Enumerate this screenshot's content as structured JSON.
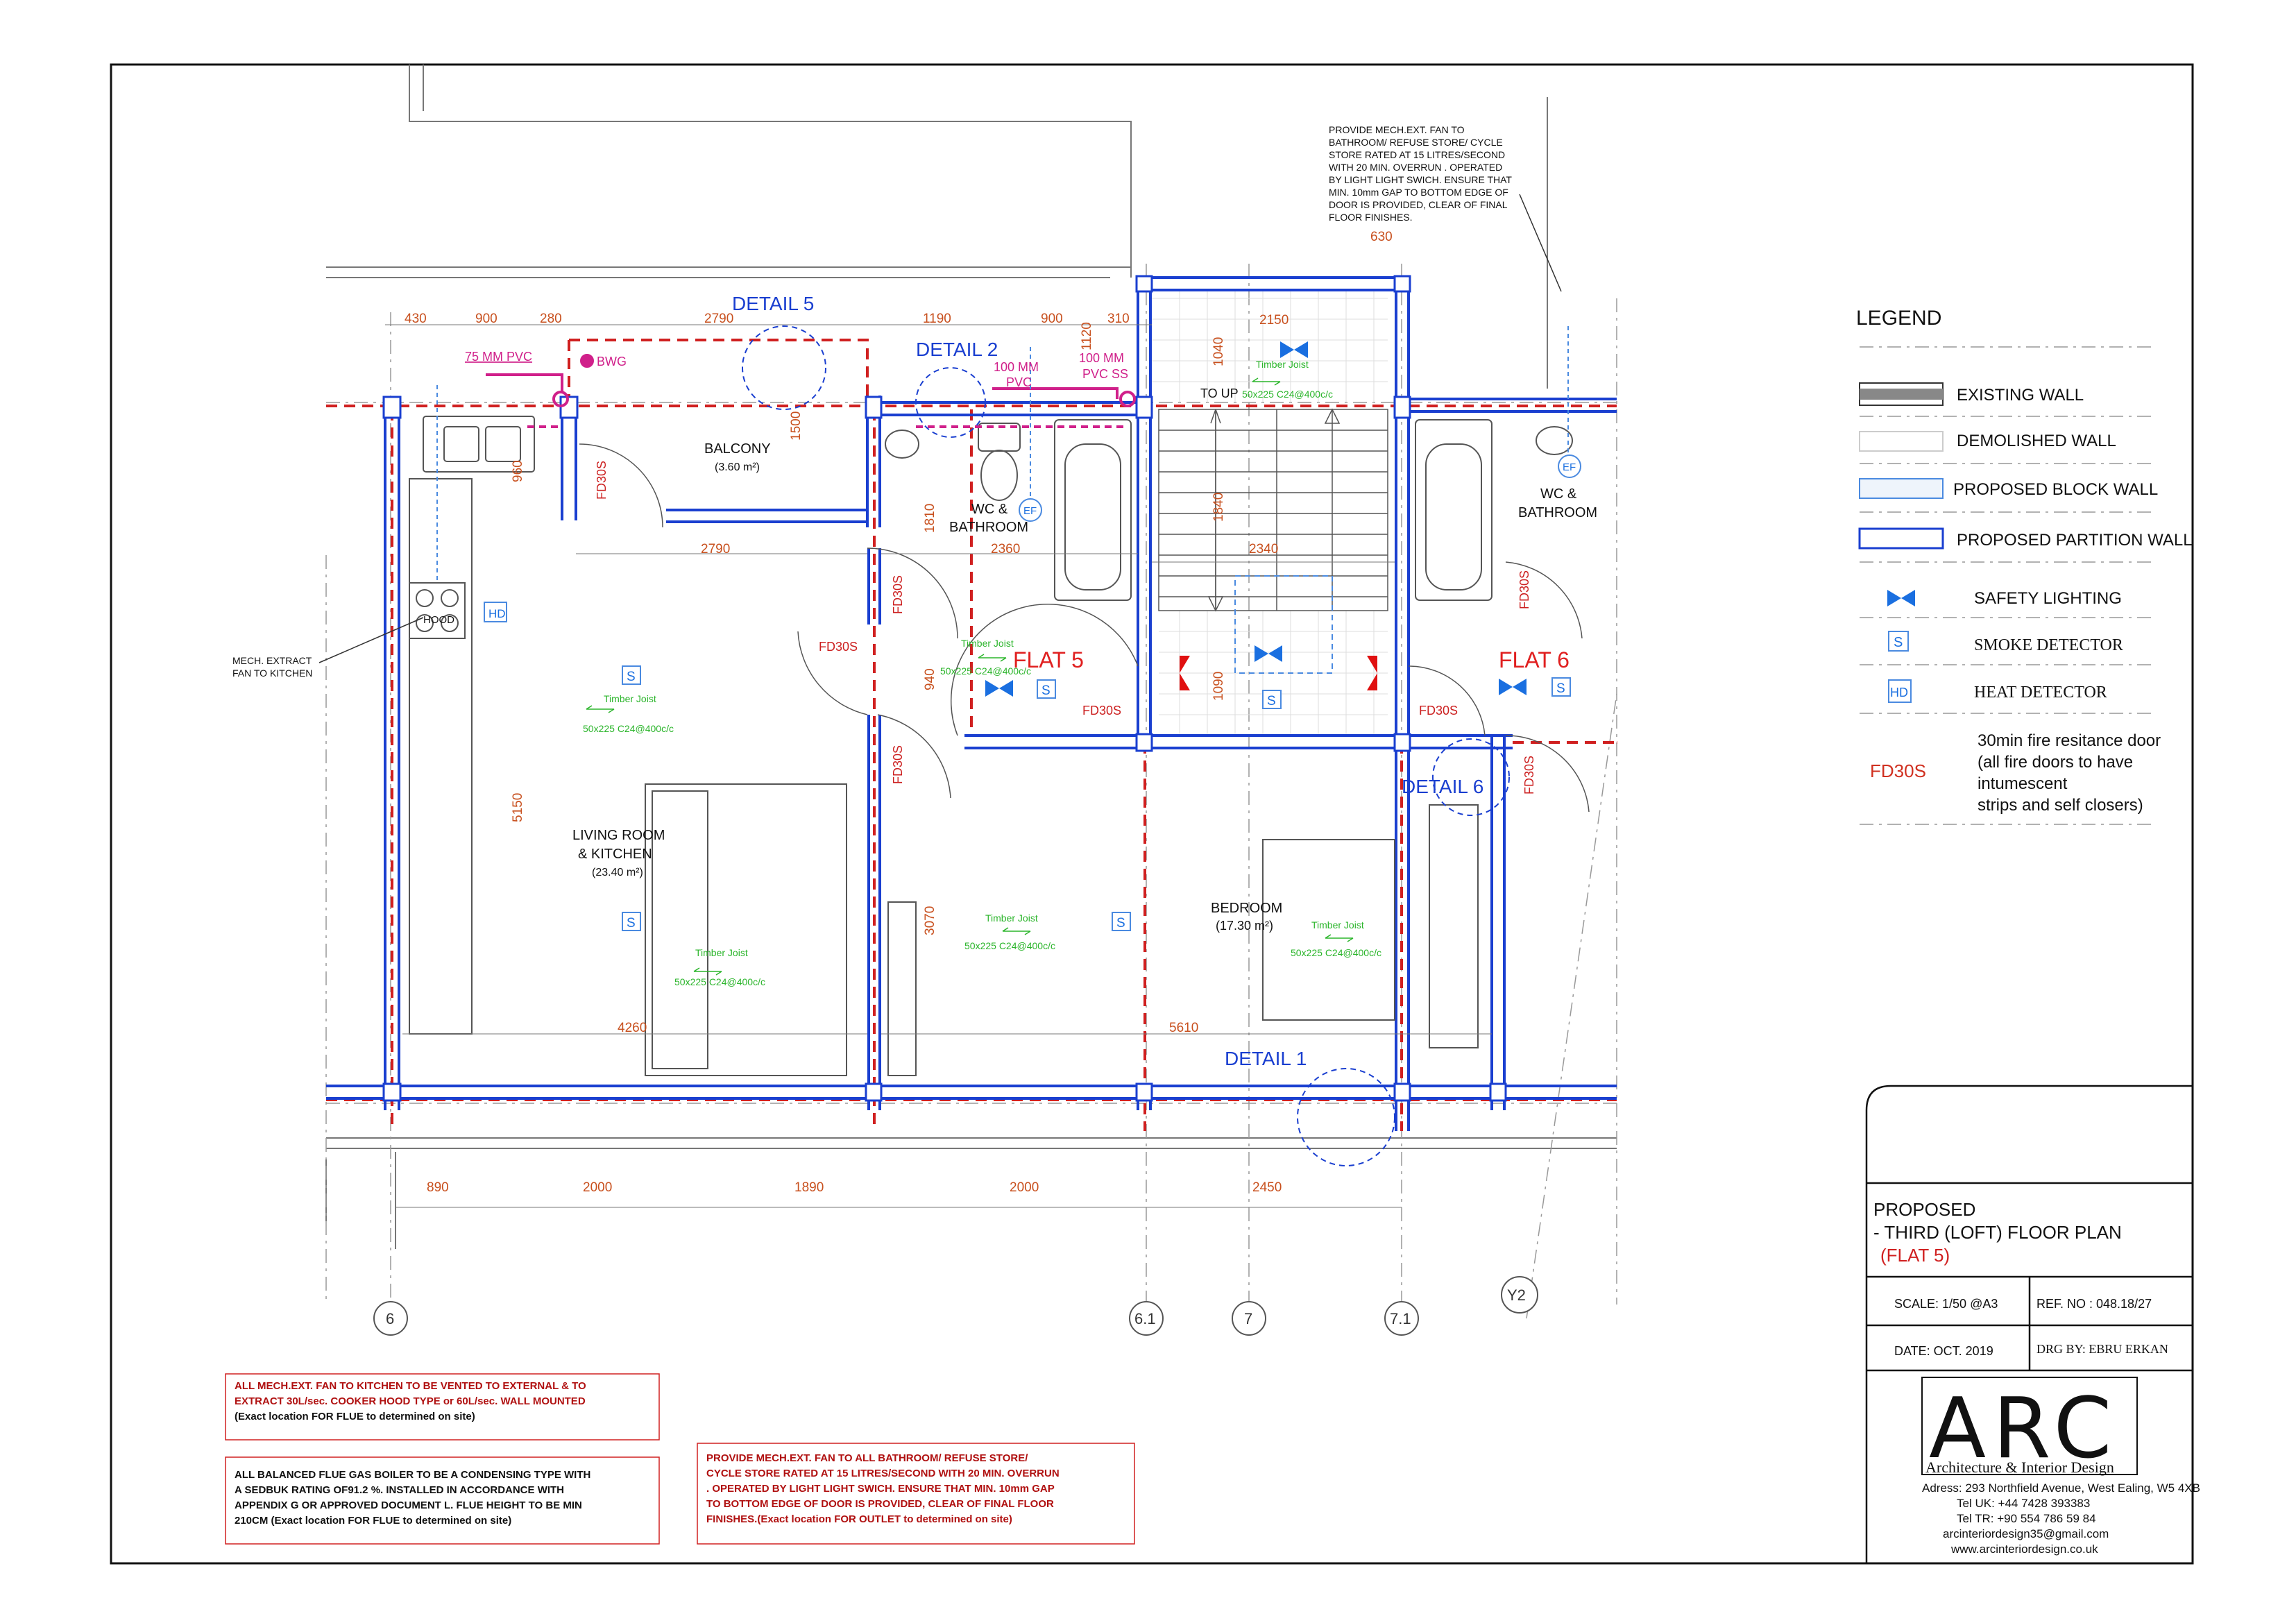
{
  "legend": {
    "title": "LEGEND",
    "items": [
      {
        "label": "EXISTING WALL"
      },
      {
        "label": "DEMOLISHED WALL"
      },
      {
        "label": "PROPOSED BLOCK WALL"
      },
      {
        "label": "PROPOSED PARTITION WALL"
      },
      {
        "label": "SAFETY LIGHTING"
      },
      {
        "label": "SMOKE DETECTOR",
        "symbol": "S"
      },
      {
        "label": "HEAT DETECTOR",
        "symbol": "HD"
      }
    ],
    "fire_door": {
      "code": "FD30S",
      "lines": [
        "30min fire resitance door",
        "(all fire doors to have",
        "intumescent",
        "strips and self closers)"
      ]
    }
  },
  "rooms": {
    "balcony": {
      "name": "BALCONY",
      "area": "(3.60 m²)"
    },
    "living": {
      "name1": "LIVING ROOM",
      "name2": "& KITCHEN",
      "area": "(23.40 m²)"
    },
    "wc5": {
      "name1": "WC &",
      "name2": "BATHROOM"
    },
    "wc6": {
      "name1": "WC &",
      "name2": "BATHROOM"
    },
    "bedroom": {
      "name": "BEDROOM",
      "area": "(17.30 m²)"
    },
    "stair": {
      "name": "TO UP"
    },
    "hood": "HOOD"
  },
  "flats": {
    "flat5": "FLAT 5",
    "flat6": "FLAT 6"
  },
  "details": {
    "d1": "DETAIL 1",
    "d2": "DETAIL 2",
    "d5": "DETAIL 5",
    "d6": "DETAIL 6"
  },
  "timber": {
    "title": "Timber Joist",
    "spec": "50x225 C24@400c/c"
  },
  "fire_door_code": "FD30S",
  "symbols": {
    "smoke": "S",
    "heat": "HD",
    "ef": "EF",
    "bwg": "BWG"
  },
  "pipes": {
    "p75": "75 MM PVC",
    "p100a_1": "100 MM",
    "p100a_2": "PVC",
    "p100b_1": "100 MM",
    "p100b_2": "PVC SS"
  },
  "dimensions": {
    "top": [
      "430",
      "900",
      "280",
      "2790",
      "1190",
      "900",
      "310",
      "2150"
    ],
    "bottom": [
      "890",
      "2000",
      "1890",
      "2000",
      "2450"
    ],
    "inner": [
      "2790",
      "2360",
      "2340",
      "4260",
      "5610",
      "630",
      "1500",
      "1120",
      "1040",
      "1810",
      "1840",
      "940",
      "1090",
      "3070",
      "5150",
      "960"
    ]
  },
  "grid_labels": [
    "6",
    "6.1",
    "7",
    "7.1",
    "Y2"
  ],
  "notes": {
    "fan_top": [
      "PROVIDE MECH.EXT. FAN TO",
      "BATHROOM/ REFUSE STORE/ CYCLE",
      "STORE  RATED AT 15 LITRES/SECOND",
      "WITH 20 MIN. OVERRUN . OPERATED",
      "BY LIGHT LIGHT SWICH. ENSURE THAT",
      "MIN. 10mm GAP TO BOTTOM EDGE OF",
      "DOOR IS PROVIDED, CLEAR OF FINAL",
      "FLOOR FINISHES."
    ],
    "kitchen_fan": [
      "MECH. EXTRACT",
      "FAN TO KITCHEN"
    ],
    "box1": [
      "ALL MECH.EXT. FAN TO KITCHEN TO BE VENTED TO EXTERNAL & TO",
      "EXTRACT 30L/sec. COOKER HOOD TYPE or 60L/sec. WALL MOUNTED",
      "(Exact location FOR FLUE to determined on site)"
    ],
    "box2": [
      "ALL BALANCED FLUE GAS BOILER TO BE A CONDENSING TYPE WITH",
      "A SEDBUK RATING OF91.2 %. INSTALLED IN ACCORDANCE WITH",
      "APPENDIX G OR APPROVED DOCUMENT L. FLUE HEIGHT TO BE MIN",
      "210CM (Exact location FOR FLUE to determined on site)"
    ],
    "box3": [
      "PROVIDE MECH.EXT. FAN TO ALL BATHROOM/ REFUSE STORE/",
      "CYCLE STORE  RATED AT 15 LITRES/SECOND WITH 20 MIN. OVERRUN",
      ". OPERATED BY LIGHT LIGHT SWICH. ENSURE THAT MIN. 10mm GAP",
      "TO BOTTOM EDGE OF DOOR IS PROVIDED, CLEAR OF FINAL FLOOR",
      "FINISHES.(Exact location FOR OUTLET to determined on site)"
    ]
  },
  "title_block": {
    "title1": "PROPOSED",
    "title2": "- THIRD (LOFT) FLOOR PLAN",
    "title3": "(FLAT 5)",
    "scale": "SCALE:  1/50 @A3",
    "ref": "REF. NO :  048.18/27",
    "date": "DATE:  OCT. 2019",
    "drg": "DRG BY:   EBRU ERKAN",
    "logo": "ARC",
    "logo_sub": "Architecture & Interior Design",
    "address": [
      "Adress: 293 Northfield Avenue, West Ealing, W5 4XB",
      "Tel UK: +44 7428 393383",
      "Tel TR: +90 554 786 59 84",
      "arcinteriordesign35@gmail.com",
      "www.arcinteriordesign.co.uk"
    ]
  },
  "colors": {
    "partition": "#1a3fd0",
    "demolished": "#d02020",
    "dimension": "#c8501e",
    "timber": "#2bb52b",
    "pipe": "#d0208a"
  }
}
